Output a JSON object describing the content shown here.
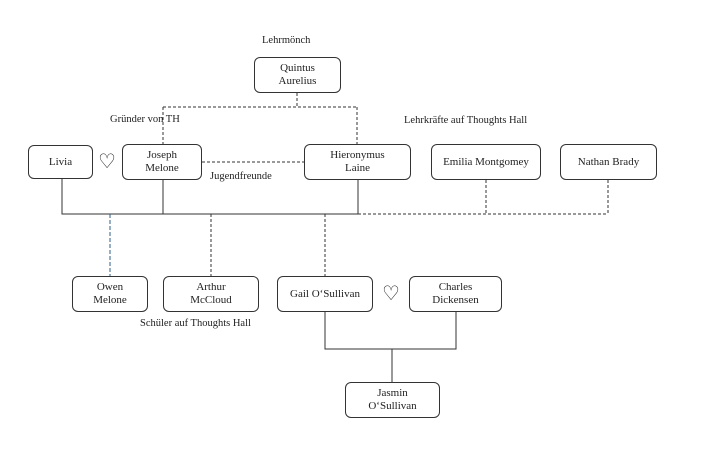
{
  "nodes": {
    "quintus": "Quintus\nAurelius",
    "livia": "Livia",
    "joseph": "Joseph\nMelone",
    "hieronymus": "Hieronymus\nLaine",
    "emilia": "Emilia Montgomey",
    "nathan": "Nathan Brady",
    "owen": "Owen\nMelone",
    "arthur": "Arthur\nMcCloud",
    "gail": "Gail O‘Sullivan",
    "charles": "Charles\nDickensen",
    "jasmin": "Jasmin\nO‘Sullivan"
  },
  "labels": {
    "lehrmoench": "Lehrmönch",
    "gruender": "Gründer von TH",
    "lehrkraefte": "Lehrkräfte auf Thoughts Hall",
    "jugendfreunde": "Jugendfreunde",
    "schueler": "Schüler auf Thoughts Hall"
  },
  "icons": {
    "heart_1": "heart-icon",
    "heart_2": "heart-icon"
  },
  "colors": {
    "line": "#333333",
    "blue_line": "#2f5f8a"
  }
}
